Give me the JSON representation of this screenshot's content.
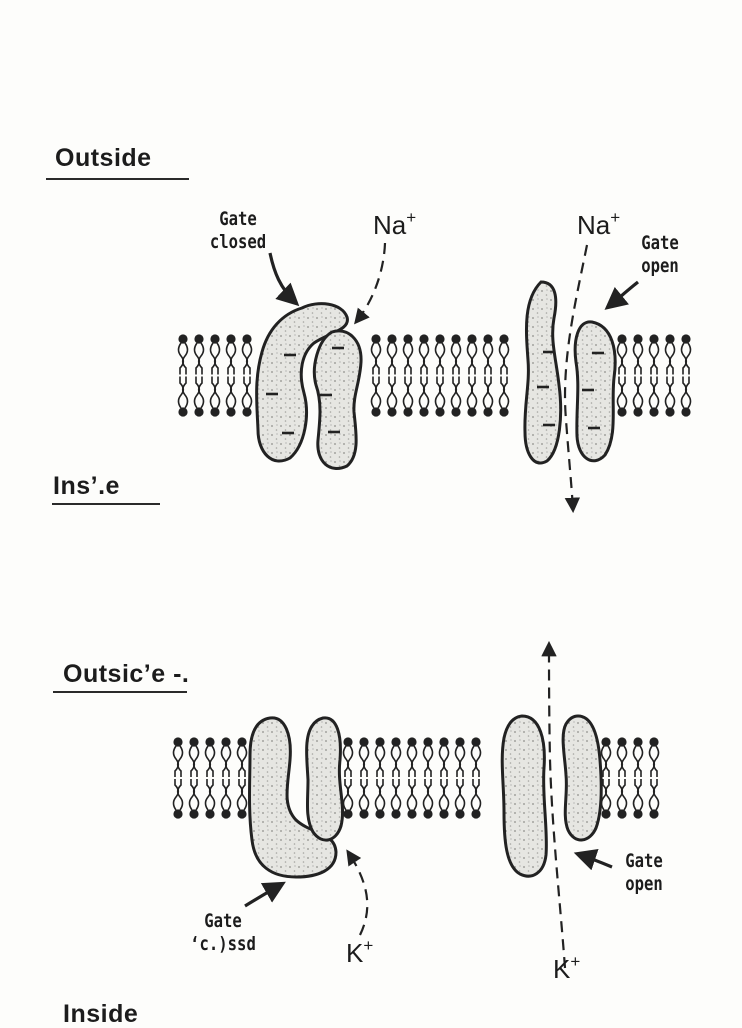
{
  "panels": [
    {
      "outside_label": "Outside",
      "inside_label": "Ins’.e",
      "left_channel": {
        "gate_label": "Gate\nclosed",
        "ion": "Na",
        "charge": "+"
      },
      "right_channel": {
        "gate_label": "Gate\nopen",
        "ion": "Na",
        "charge": "+"
      }
    },
    {
      "outside_label": "Outsic’e -.",
      "inside_label": "Inside",
      "left_channel": {
        "gate_label": "Gate\n‘c.)ssd",
        "ion": "K",
        "charge": "+"
      },
      "right_channel": {
        "gate_label": "Gate\nopen",
        "ion": "K",
        "charge": "+"
      }
    }
  ],
  "colors": {
    "ink": "#222222",
    "protein_fill": "#e3e3df",
    "paper": "#fdfdfb"
  }
}
